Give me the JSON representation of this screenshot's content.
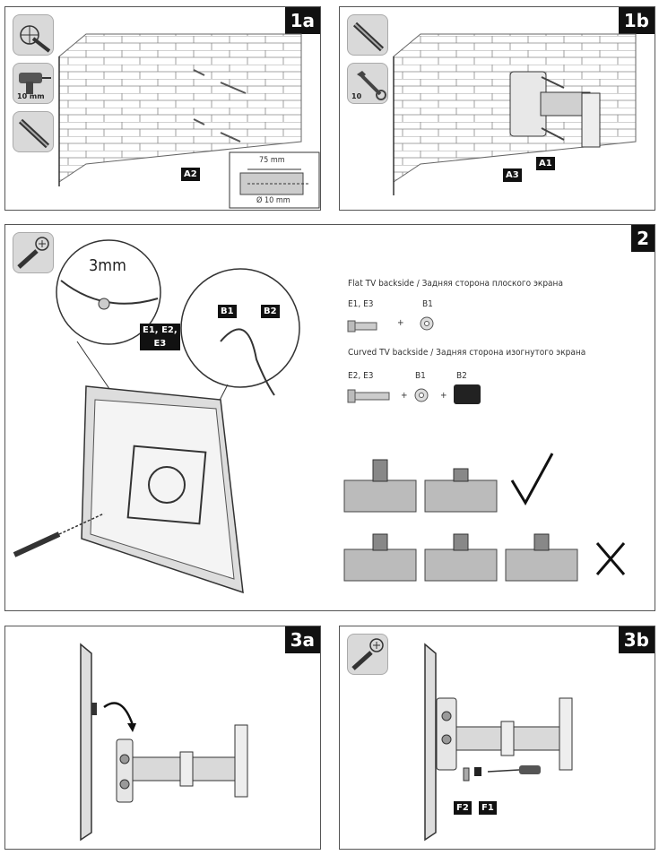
{
  "panels": {
    "p1a": {
      "step": "1a",
      "tools": [
        "10 mm"
      ],
      "tags": [
        "A2"
      ],
      "inset": {
        "top": "75 mm",
        "bottom": "Ø 10 mm"
      }
    },
    "p1b": {
      "step": "1b",
      "tools": [
        "10"
      ],
      "tags": [
        "A3",
        "A1"
      ]
    },
    "p2": {
      "step": "2",
      "callout_mm": "3mm",
      "tags": {
        "b1": "B1",
        "b2": "B2",
        "e": "E1, E2,\nE3"
      },
      "flat_title": "Flat TV backside / Задняя сторона плоского экрана",
      "flat_e": "E1, E3",
      "flat_b": "B1",
      "curved_title": "Curved TV backside / Задняя сторона изогнутого экрана",
      "curved_e": "E2, E3",
      "curved_b1": "B1",
      "curved_b2": "B2",
      "plus": "+"
    },
    "p3a": {
      "step": "3a"
    },
    "p3b": {
      "step": "3b",
      "tags": [
        "F2",
        "F1"
      ]
    }
  },
  "icons": [
    "drill-bit-icon",
    "drill-icon",
    "pencil-icon",
    "wrench-icon",
    "screwdriver-icon",
    "checkmark-icon",
    "cross-icon"
  ]
}
